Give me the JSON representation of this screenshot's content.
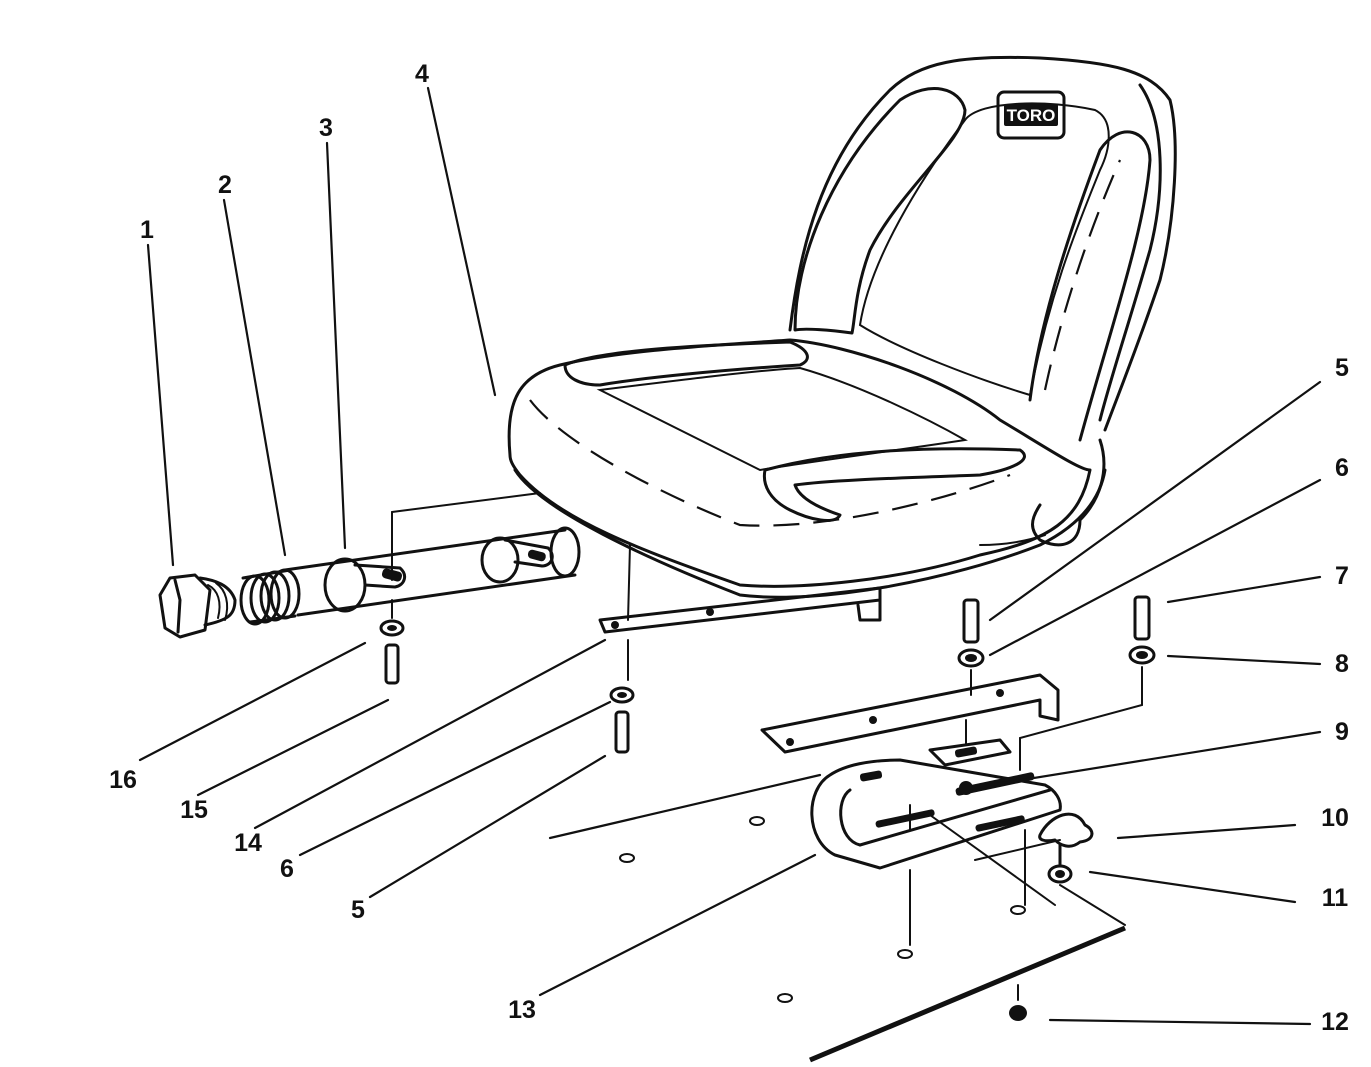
{
  "callouts": [
    {
      "id": "1",
      "text": "1"
    },
    {
      "id": "2",
      "text": "2"
    },
    {
      "id": "3",
      "text": "3"
    },
    {
      "id": "4",
      "text": "4"
    },
    {
      "id": "5a",
      "text": "5"
    },
    {
      "id": "6a",
      "text": "6"
    },
    {
      "id": "7",
      "text": "7"
    },
    {
      "id": "8",
      "text": "8"
    },
    {
      "id": "9",
      "text": "9"
    },
    {
      "id": "10",
      "text": "10"
    },
    {
      "id": "11",
      "text": "11"
    },
    {
      "id": "12",
      "text": "12"
    },
    {
      "id": "13",
      "text": "13"
    },
    {
      "id": "14",
      "text": "14"
    },
    {
      "id": "5b",
      "text": "5"
    },
    {
      "id": "6b",
      "text": "6"
    },
    {
      "id": "15",
      "text": "15"
    },
    {
      "id": "16",
      "text": "16"
    }
  ],
  "seat_logo": "TORO"
}
